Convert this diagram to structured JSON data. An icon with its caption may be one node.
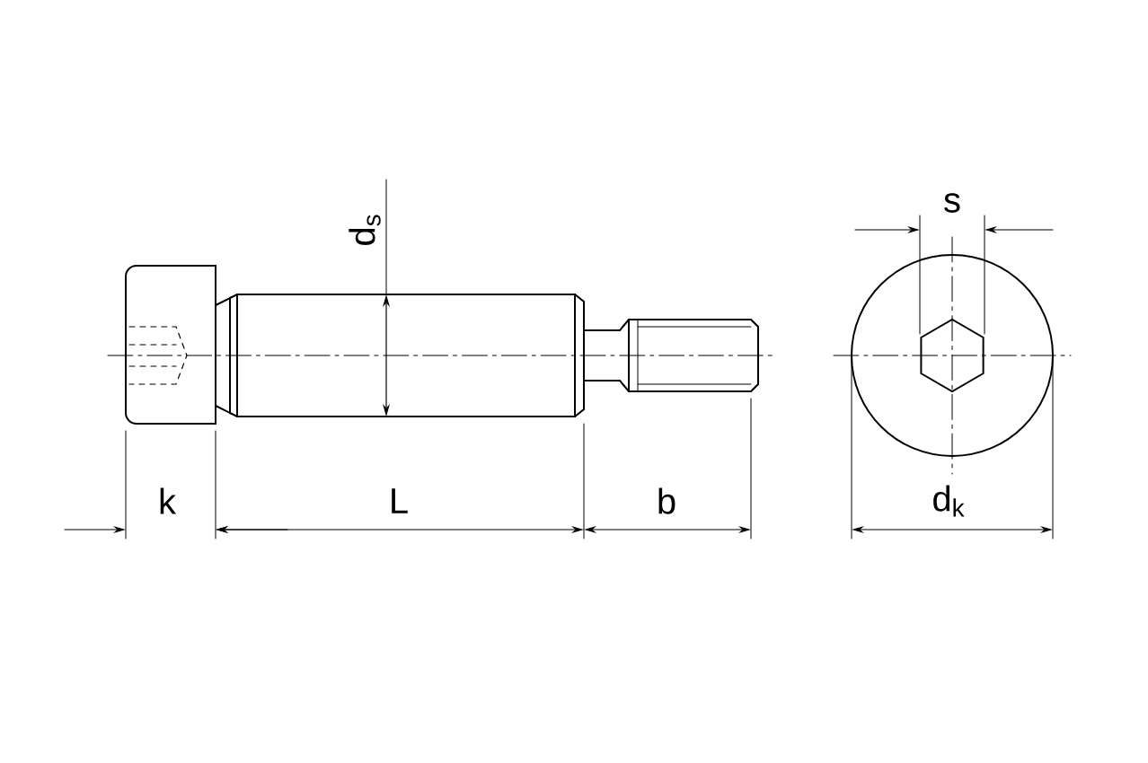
{
  "diagram": {
    "labels": [
      "s",
      "d$_{s}$",
      "k",
      "L",
      "b",
      "d$_{k}$"
    ]
  }
}
